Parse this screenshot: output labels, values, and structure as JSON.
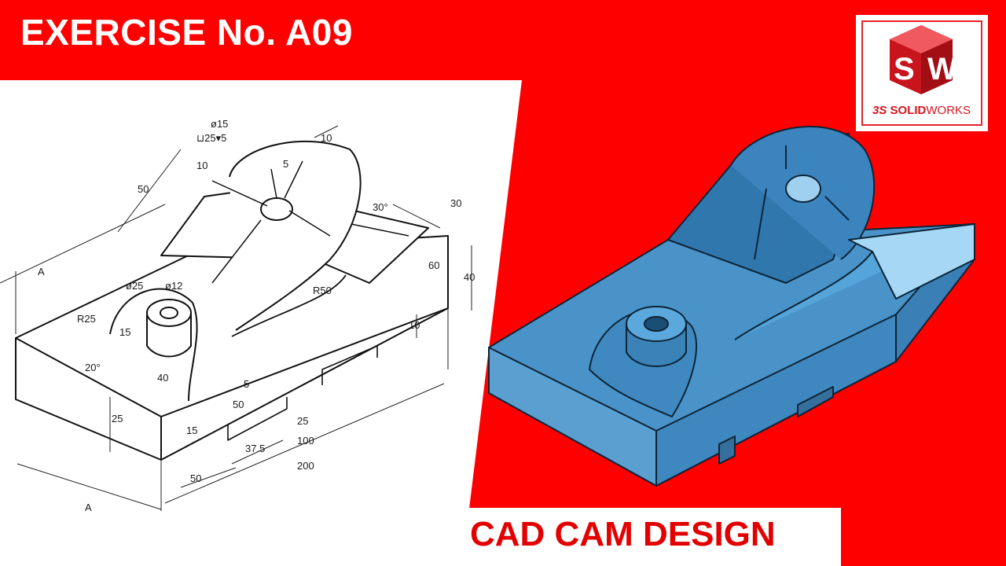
{
  "title": "EXERCISE No. A09",
  "footer": "CAD CAM DESIGN",
  "logo": {
    "letters": [
      "S",
      "W"
    ],
    "text_ds": "3S",
    "text_solid": "SOLID",
    "text_works": "WORKS"
  },
  "drawing": {
    "dims": {
      "phi15": "ø15",
      "cbore": "⊔25▾5",
      "d10a": "10",
      "d10b": "10",
      "d5a": "5",
      "d50": "50",
      "d30deg": "30°",
      "d30": "30",
      "dA1": "A",
      "d60": "60",
      "d40": "40",
      "dphi25": "ø25",
      "dphi12": "ø12",
      "dR25": "R25",
      "dR50": "R50",
      "d10c": "10",
      "d15a": "15",
      "d20deg": "20°",
      "d40b": "40",
      "d5b": "5",
      "d25a": "25",
      "d50b": "50",
      "d15b": "15",
      "d25b": "25",
      "d37": "37.5",
      "d100": "100",
      "d50c": "50",
      "d200": "200",
      "dA2": "A"
    }
  },
  "colors": {
    "background": "#ff0000",
    "panel": "#ffffff",
    "model": "#4a93c8",
    "accent": "#e30000"
  }
}
